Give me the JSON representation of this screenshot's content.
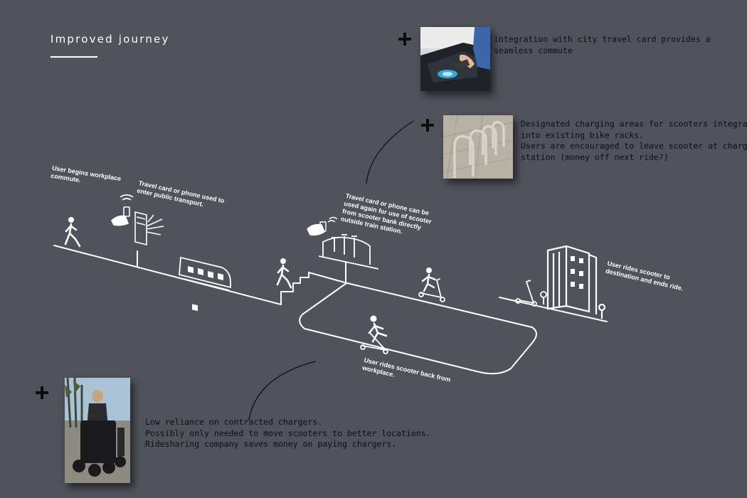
{
  "title": "Improved journey",
  "colors": {
    "background": "#50525c",
    "line": "#ffffff",
    "note_text": "#0f0f12"
  },
  "notes": {
    "travel_card": [
      "integration with city travel card provides a",
      "seamless commute"
    ],
    "charging": [
      "Designated charging areas for scooters integrated",
      "into existing bike racks.",
      "Users are encouraged to leave scooter at charging",
      "station (money off next ride?)"
    ],
    "chargers": [
      "Low reliance on contracted chargers.",
      "Possibly only needed to move scooters to better locations.",
      "Ridesharing company saves money on paying chargers."
    ]
  },
  "labels": {
    "start": [
      "User begins workplace",
      "commute."
    ],
    "transport": [
      "Travel card or phone used to",
      "enter public transport."
    ],
    "scooter_bank": [
      "Travel card or phone can be",
      "used again for use of scooter",
      "from scooter bank directly",
      "outside train station."
    ],
    "destination": [
      "User rides scooter to",
      "destination and ends ride."
    ],
    "return": [
      "User rides scooter back from",
      "workplace."
    ]
  },
  "icons": {
    "photo_gate": "ticket-gate-photo",
    "photo_racks": "bike-rack-photo",
    "photo_scooters": "scooter-charger-photo",
    "walker": "walking-person-icon",
    "card_reader": "card-reader-icon",
    "gate": "turnstile-icon",
    "train": "train-icon",
    "stairs": "stairs-icon",
    "scooter_dock": "scooter-dock-icon",
    "scooter_rider": "scooter-rider-icon",
    "building": "building-icon"
  }
}
